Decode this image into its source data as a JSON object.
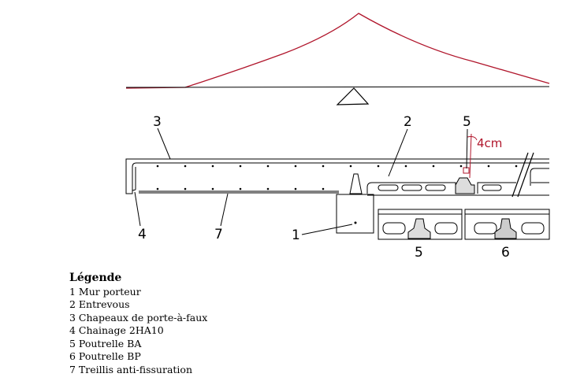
{
  "labels": {
    "n1": "1",
    "n2": "2",
    "n3": "3",
    "n4": "4",
    "n5": "5",
    "n7": "7",
    "section5": "5",
    "section6": "6",
    "dimension": "4cm"
  },
  "legend": {
    "title": "Légende",
    "items": [
      "1 Mur porteur",
      "2 Entrevous",
      "3 Chapeaux de porte-à-faux",
      "4 Chainage 2HA10",
      "5 Poutrelle BA",
      "6 Poutrelle BP",
      "7 Treillis anti-fissuration"
    ]
  },
  "colors": {
    "moment_curve": "#b0152b",
    "annotation": "#b0152b",
    "line": "#000000"
  }
}
